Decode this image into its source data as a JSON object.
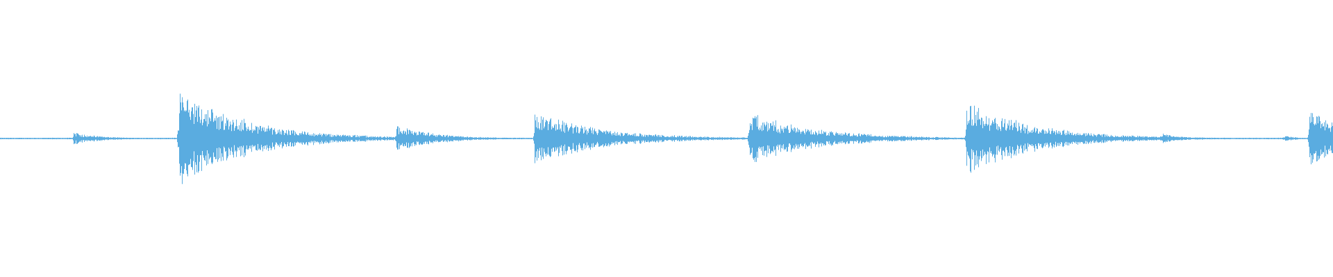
{
  "waveform": {
    "color": "#5aace0",
    "background": "#ffffff",
    "duration_seconds": 1.0,
    "baseline_amplitude": 0.004,
    "transients": [
      {
        "time": 0.055,
        "amplitude": 0.05,
        "decay": 0.02
      },
      {
        "time": 0.134,
        "amplitude": 0.38,
        "decay": 0.05
      },
      {
        "time": 0.217,
        "amplitude": 0.05,
        "decay": 0.02
      },
      {
        "time": 0.297,
        "amplitude": 0.1,
        "decay": 0.03
      },
      {
        "time": 0.401,
        "amplitude": 0.2,
        "decay": 0.05
      },
      {
        "time": 0.462,
        "amplitude": 0.03,
        "decay": 0.015
      },
      {
        "time": 0.562,
        "amplitude": 0.2,
        "decay": 0.05
      },
      {
        "time": 0.625,
        "amplitude": 0.025,
        "decay": 0.01
      },
      {
        "time": 0.646,
        "amplitude": 0.04,
        "decay": 0.015
      },
      {
        "time": 0.725,
        "amplitude": 0.28,
        "decay": 0.05
      },
      {
        "time": 0.789,
        "amplitude": 0.03,
        "decay": 0.015
      },
      {
        "time": 0.871,
        "amplitude": 0.04,
        "decay": 0.015
      },
      {
        "time": 0.962,
        "amplitude": 0.025,
        "decay": 0.01
      },
      {
        "time": 0.982,
        "amplitude": 0.22,
        "decay": 0.04
      }
    ]
  }
}
